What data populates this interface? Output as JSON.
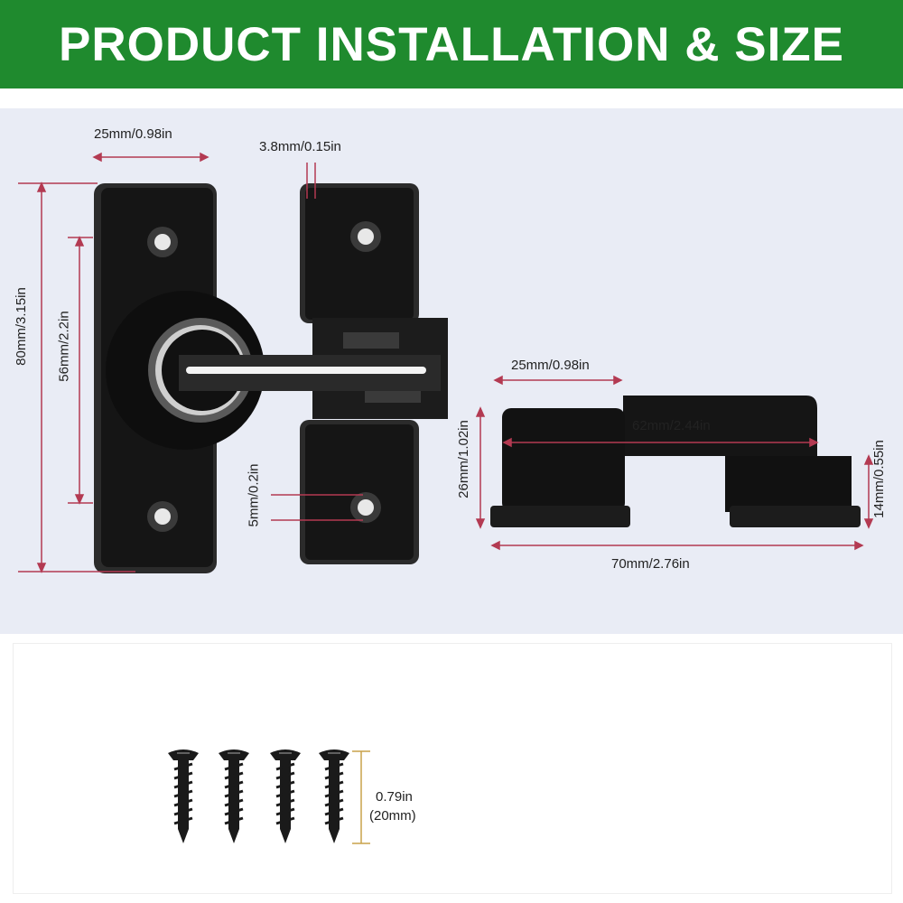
{
  "title": "PRODUCT INSTALLATION & SIZE",
  "colors": {
    "banner": "#1f8a2e",
    "panel": "#e9ecf5",
    "dimension_line": "#b33a52",
    "screw_bracket": "#c9a24a",
    "metal": "#1a1a1a"
  },
  "front_view": {
    "width": "25mm/0.98in",
    "thickness": "3.8mm/0.15in",
    "total_height": "80mm/3.15in",
    "hole_spacing": "56mm/2.2in",
    "hole_diameter": "5mm/0.2in"
  },
  "side_view": {
    "base_width": "25mm/0.98in",
    "arm_length": "62mm/2.44in",
    "total_length": "70mm/2.76in",
    "height": "26mm/1.02in",
    "catch_height": "14mm/0.55in"
  },
  "screws": {
    "count": 4,
    "length_in": "0.79in",
    "length_mm": "(20mm)"
  }
}
